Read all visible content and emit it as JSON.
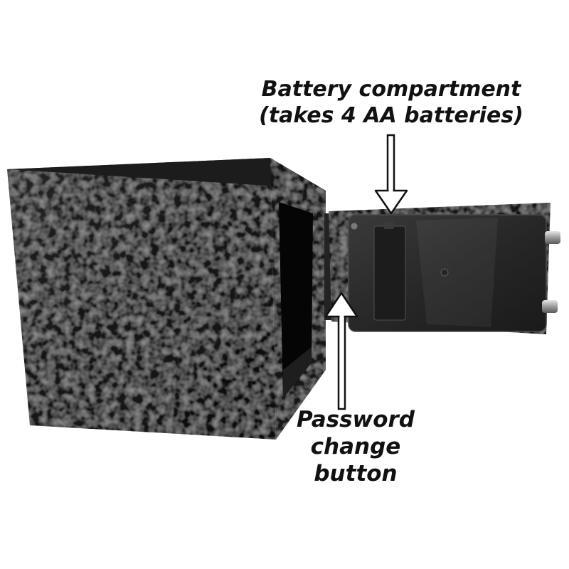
{
  "image": {
    "subject": "black-steel-safe-open-door-electronic-keypad",
    "colors": {
      "background": "#ffffff",
      "safe_body": "#1a1a1a",
      "door_panel": "#2b2b2b",
      "arrow": "#111111"
    }
  },
  "callouts": {
    "battery": {
      "line1": "Battery compartment",
      "line2": "(takes 4 AA batteries)"
    },
    "password": {
      "line1": "Password",
      "line2": "change",
      "line3": "button"
    }
  }
}
